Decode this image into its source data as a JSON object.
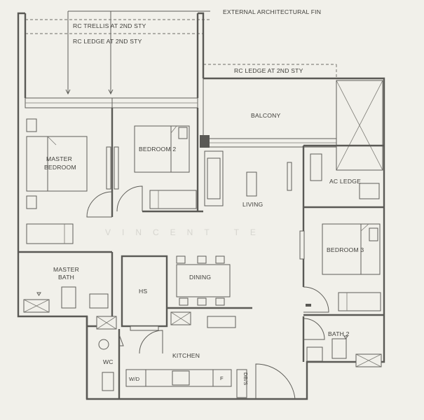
{
  "annotations": {
    "fin": "EXTERNAL ARCHITECTURAL FIN",
    "trellis": "RC TRELLIS AT 2ND STY",
    "ledge_left": "RC LEDGE AT 2ND STY",
    "ledge_right": "RC LEDGE AT 2ND STY"
  },
  "rooms": {
    "balcony": "BALCONY",
    "master_bedroom_line1": "MASTER",
    "master_bedroom_line2": "BEDROOM",
    "bedroom2": "BEDROOM 2",
    "living": "LIVING",
    "ac_ledge": "AC LEDGE",
    "bedroom3": "BEDROOM 3",
    "master_bath_line1": "MASTER",
    "master_bath_line2": "BATH",
    "hs": "HS",
    "dining": "DINING",
    "kitchen": "KITCHEN",
    "wc": "WC",
    "bath2": "BATH 2"
  },
  "fixtures": {
    "washer_dryer": "W/D",
    "fridge": "F",
    "db": "DB/S"
  },
  "watermark": "VINCENT TE"
}
